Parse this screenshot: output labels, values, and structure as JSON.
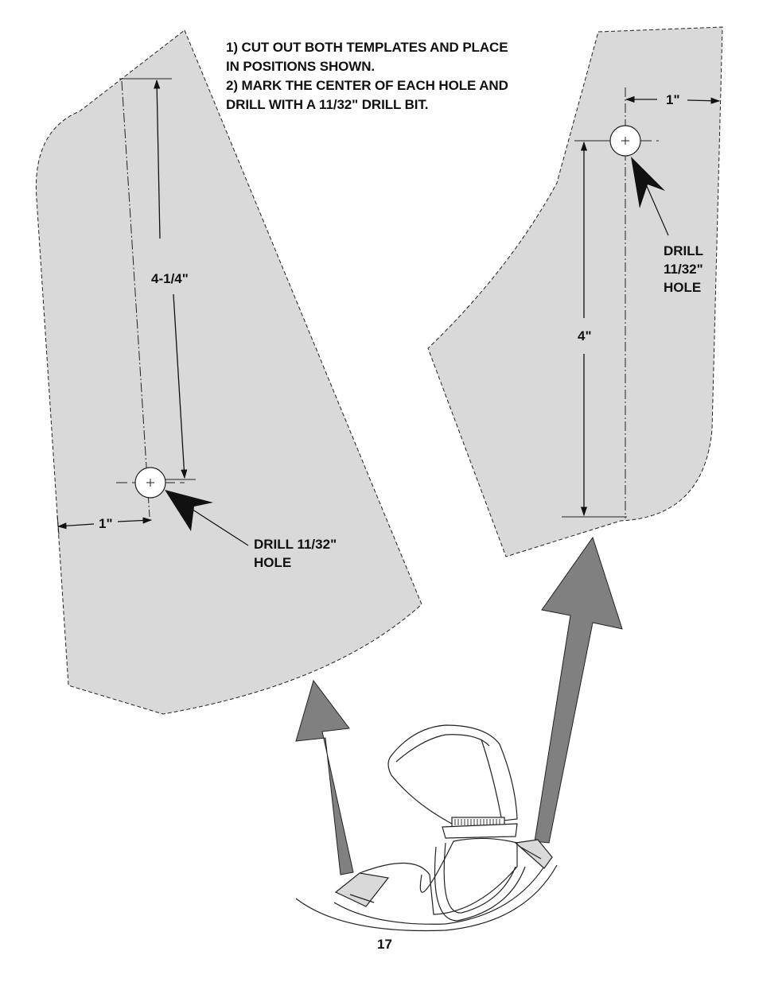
{
  "instructions": {
    "line1": "1) CUT OUT BOTH TEMPLATES AND PLACE",
    "line2": "IN POSITIONS SHOWN.",
    "line3": "2) MARK THE CENTER OF EACH HOLE AND",
    "line4": "DRILL WITH A 11/32\" DRILL BIT."
  },
  "left_template": {
    "vertical_dimension": "4-1/4\"",
    "horizontal_dimension": "1\"",
    "drill_label_line1": "DRILL 11/32\"",
    "drill_label_line2": "HOLE"
  },
  "right_template": {
    "vertical_dimension": "4\"",
    "horizontal_dimension": "1\"",
    "drill_label_line1": "DRILL",
    "drill_label_line2": "11/32\"",
    "drill_label_line3": "HOLE"
  },
  "page_number": "17",
  "colors": {
    "template_fill": "#d9d9d9",
    "arrow_fill": "#808080",
    "ink": "#111111"
  }
}
